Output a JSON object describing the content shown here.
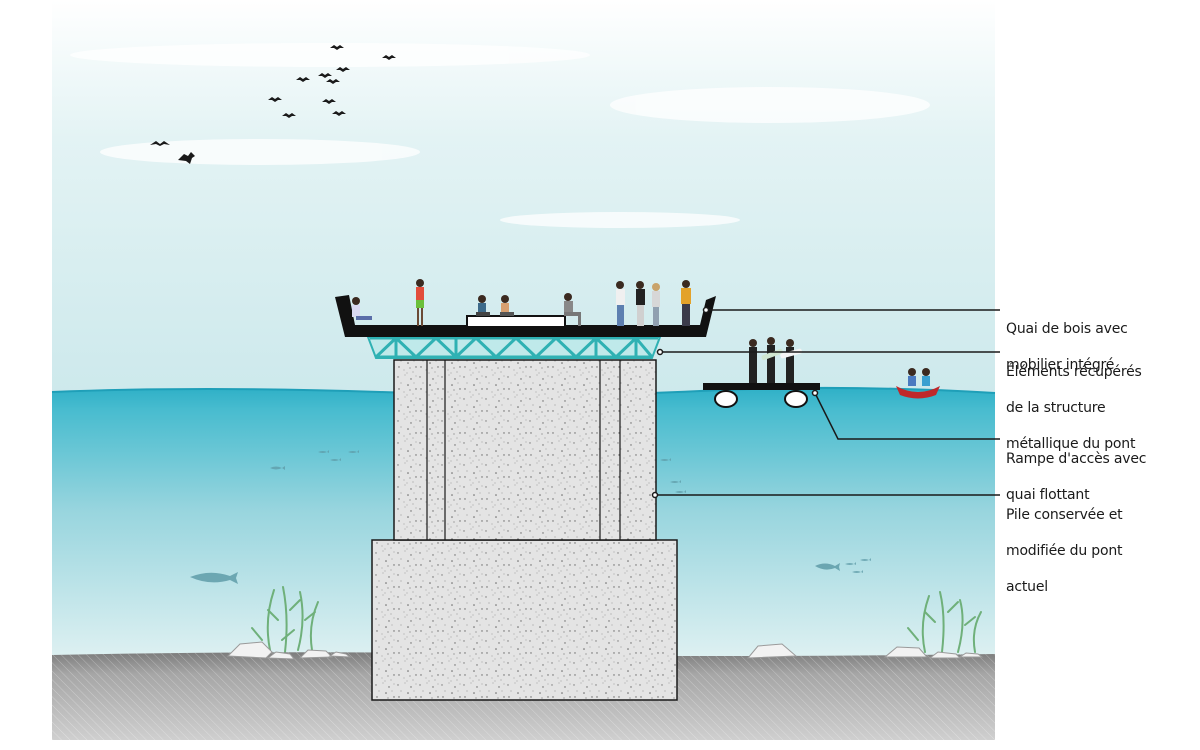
{
  "annotations": [
    {
      "id": "deck",
      "lines": [
        "Quai de bois avec",
        "mobilier intégré"
      ]
    },
    {
      "id": "truss",
      "lines": [
        "Éléments récupérés",
        "de la structure",
        "métallique du pont"
      ]
    },
    {
      "id": "ramp",
      "lines": [
        "Rampe d'accès avec",
        "quai flottant"
      ]
    },
    {
      "id": "pile",
      "lines": [
        "Pile conservée et",
        "modifiée du pont",
        "actuel"
      ]
    }
  ],
  "colors": {
    "sky_top": "#ffffff",
    "sky_bottom": "#cde9ec",
    "water_top": "#3fb6cc",
    "water_bottom": "#d6eef1",
    "ground": "#9d9d9d",
    "concrete": "#e2e2e2",
    "truss": "#2fb1b3",
    "deck": "#111111",
    "leader": "#1a1a1a"
  }
}
